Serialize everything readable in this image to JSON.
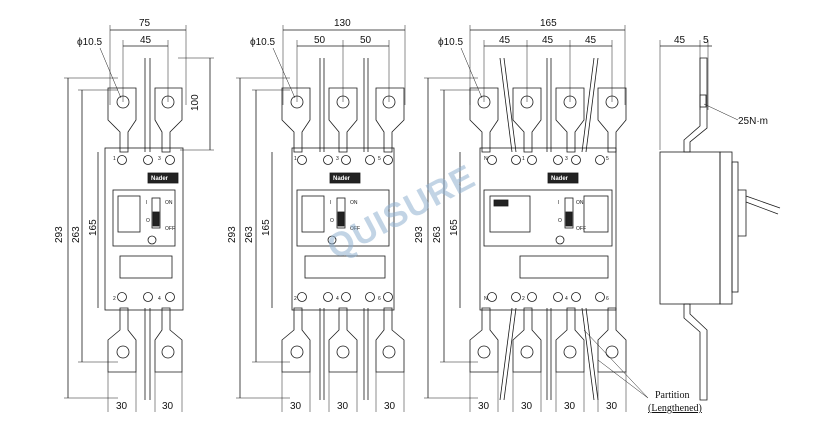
{
  "breakers": [
    {
      "id": "2p",
      "top_dims": {
        "overall": "75",
        "pitch": "45"
      },
      "hole": "ϕ10.5",
      "right_dim": "100",
      "left_dims": [
        "293",
        "263",
        "165"
      ],
      "bottom_dims": [
        "30",
        "30"
      ],
      "terminals_top": [
        "1",
        "3"
      ],
      "terminals_bottom": [
        "2",
        "4"
      ],
      "brand": "Nader",
      "switch_marks": {
        "on": "I",
        "off": "O",
        "tag_on": "ON",
        "tag_off": "OFF"
      }
    },
    {
      "id": "3p",
      "top_dims": {
        "overall": "130",
        "pitch_a": "50",
        "pitch_b": "50"
      },
      "hole": "ϕ10.5",
      "left_dims": [
        "293",
        "263",
        "165"
      ],
      "bottom_dims": [
        "30",
        "30",
        "30"
      ],
      "terminals_top": [
        "1",
        "3",
        "5"
      ],
      "terminals_bottom": [
        "2",
        "4",
        "6"
      ],
      "brand": "Nader",
      "switch_marks": {
        "on": "I",
        "off": "O",
        "tag_on": "ON",
        "tag_off": "OFF"
      }
    },
    {
      "id": "4p",
      "top_dims": {
        "overall": "165",
        "pitch_a": "45",
        "pitch_b": "45",
        "pitch_c": "45"
      },
      "hole": "ϕ10.5",
      "left_dims": [
        "293",
        "263",
        "165"
      ],
      "bottom_dims": [
        "30",
        "30",
        "30",
        "30"
      ],
      "terminals_top": [
        "N",
        "1",
        "3",
        "5"
      ],
      "terminals_bottom": [
        "N",
        "2",
        "4",
        "6"
      ],
      "brand": "Nader",
      "switch_marks": {
        "on": "I",
        "off": "O",
        "tag_on": "ON",
        "tag_off": "OFF"
      }
    }
  ],
  "side_view": {
    "top_dims": [
      "45",
      "5"
    ],
    "torque": "25N·m"
  },
  "partition_note": {
    "line1": "Partition",
    "line2": "(Lengthened)"
  },
  "watermark": "QUISURE",
  "colors": {
    "line": "#1a1a1a",
    "face": "#ffffff",
    "brand_bar": "#222222",
    "watermark": "#8fb0cf"
  }
}
